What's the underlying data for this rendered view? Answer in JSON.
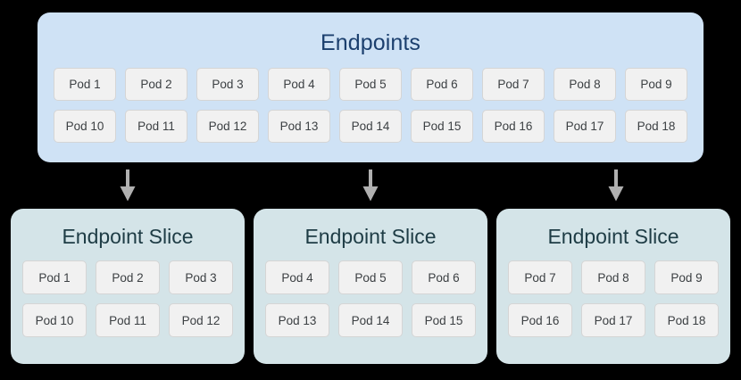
{
  "diagram": {
    "background_color": "#000000",
    "endpoints": {
      "title": "Endpoints",
      "panel_color": "#cfe2f5",
      "title_color": "#1b3f6e",
      "rows": [
        [
          "Pod 1",
          "Pod 2",
          "Pod 3",
          "Pod 4",
          "Pod 5",
          "Pod 6",
          "Pod 7",
          "Pod 8",
          "Pod 9"
        ],
        [
          "Pod 10",
          "Pod 11",
          "Pod 12",
          "Pod 13",
          "Pod 14",
          "Pod 15",
          "Pod 16",
          "Pod 17",
          "Pod 18"
        ]
      ]
    },
    "arrows": [
      {
        "icon": "arrow-down-icon",
        "color": "#b0b0b0"
      },
      {
        "icon": "arrow-down-icon",
        "color": "#b0b0b0"
      },
      {
        "icon": "arrow-down-icon",
        "color": "#b0b0b0"
      }
    ],
    "slices": [
      {
        "title": "Endpoint Slice",
        "panel_color": "#d4e4e8",
        "title_color": "#1e3c45",
        "rows": [
          [
            "Pod 1",
            "Pod 2",
            "Pod 3"
          ],
          [
            "Pod 10",
            "Pod 11",
            "Pod 12"
          ]
        ]
      },
      {
        "title": "Endpoint Slice",
        "panel_color": "#d4e4e8",
        "title_color": "#1e3c45",
        "rows": [
          [
            "Pod 4",
            "Pod 5",
            "Pod 6"
          ],
          [
            "Pod 13",
            "Pod 14",
            "Pod 15"
          ]
        ]
      },
      {
        "title": "Endpoint Slice",
        "panel_color": "#d4e4e8",
        "title_color": "#1e3c45",
        "rows": [
          [
            "Pod 7",
            "Pod 8",
            "Pod 9"
          ],
          [
            "Pod 16",
            "Pod 17",
            "Pod 18"
          ]
        ]
      }
    ]
  }
}
